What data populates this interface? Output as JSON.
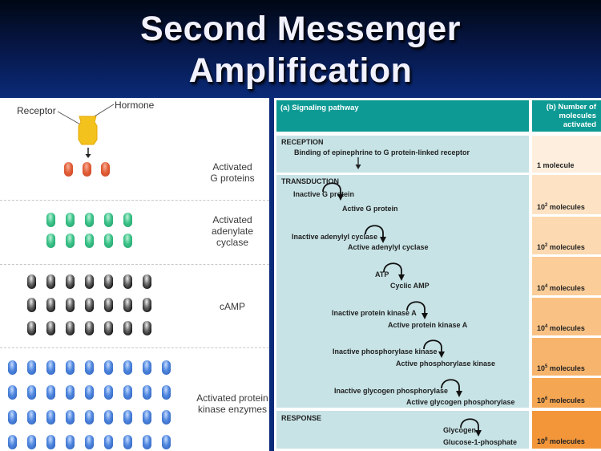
{
  "title": {
    "line1": "Second Messenger",
    "line2": "Amplification"
  },
  "left_panel": {
    "callouts": {
      "receptor": "Receptor",
      "hormone": "Hormone"
    },
    "rows": [
      {
        "label_lines": [
          "Activated",
          "G proteins"
        ],
        "color": "#d9512c",
        "rows": 1,
        "cols": 3
      },
      {
        "label_lines": [
          "Activated",
          "adenylate",
          "cyclase"
        ],
        "color": "#2fb77c",
        "rows": 2,
        "cols": 5
      },
      {
        "label_lines": [
          "cAMP"
        ],
        "color": "#1a1a1a",
        "rows": 3,
        "cols": 7
      },
      {
        "label_lines": [
          "Activated protein",
          "kinase enzymes"
        ],
        "color": "#3f74cf",
        "rows": 4,
        "cols": 9
      }
    ]
  },
  "right_panel": {
    "header_a": "(a) Signaling pathway",
    "header_b_lines": [
      "(b) Number of",
      "molecules",
      "activated"
    ],
    "sections": {
      "reception": "RECEPTION",
      "transduction": "TRANSDUCTION",
      "response": "RESPONSE"
    },
    "reception_text": "Binding of epinephrine to G protein-linked receptor",
    "steps": [
      {
        "from": "Inactive G protein",
        "to": "Active G protein"
      },
      {
        "from": "Inactive adenylyl cyclase",
        "to": "Active adenylyl cyclase"
      },
      {
        "from": "ATP",
        "to": "Cyclic AMP"
      },
      {
        "from": "Inactive protein kinase A",
        "to": "Active protein kinase A"
      },
      {
        "from": "Inactive phosphorylase kinase",
        "to": "Active phosphorylase kinase"
      },
      {
        "from": "Inactive glycogen phosphorylase",
        "to": "Active glycogen phosphorylase"
      },
      {
        "from": "Glycogen",
        "to": "Glucose-1-phosphate"
      }
    ],
    "counts": [
      {
        "base": "1 molecule",
        "exp": "",
        "suffix": "",
        "color": "#fdeedd"
      },
      {
        "base": "10",
        "exp": "2",
        "suffix": " molecules",
        "color": "#fde3c4"
      },
      {
        "base": "10",
        "exp": "2",
        "suffix": " molecules",
        "color": "#fcd9b0"
      },
      {
        "base": "10",
        "exp": "4",
        "suffix": " molecules",
        "color": "#fbcd98"
      },
      {
        "base": "10",
        "exp": "4",
        "suffix": " molecules",
        "color": "#f9c184"
      },
      {
        "base": "10",
        "exp": "5",
        "suffix": " molecules",
        "color": "#f7b46c"
      },
      {
        "base": "10",
        "exp": "6",
        "suffix": " molecules",
        "color": "#f5a652"
      },
      {
        "base": "10",
        "exp": "8",
        "suffix": " molecules",
        "color": "#f3963a"
      }
    ]
  }
}
